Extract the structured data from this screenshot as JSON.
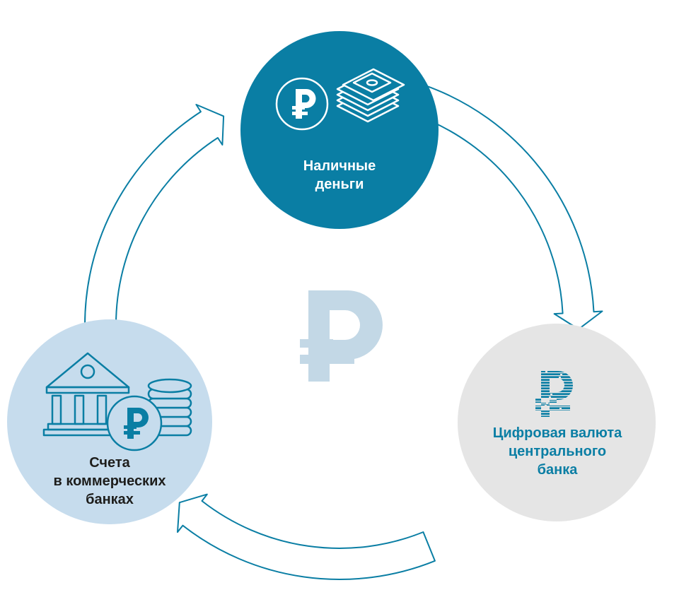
{
  "colors": {
    "primary": "#0a7ea4",
    "light_blue": "#c6dced",
    "grey": "#e5e5e5",
    "watermark": "#c3d8e6",
    "white": "#ffffff",
    "text_dark": "#1d1d1b"
  },
  "center": {
    "icon": "ruble-watermark-icon"
  },
  "nodes": {
    "cash": {
      "lines": [
        "Наличные",
        "деньги"
      ],
      "icons": [
        "ruble-coin-icon",
        "banknote-stack-icon"
      ]
    },
    "bank_accounts": {
      "lines": [
        "Счета",
        "в коммерческих",
        "банках"
      ],
      "icons": [
        "bank-building-icon",
        "ruble-coin-icon",
        "coin-stack-icon"
      ]
    },
    "cbdc": {
      "lines": [
        "Цифровая валюта",
        "центрального",
        "банка"
      ],
      "icons": [
        "digital-ruble-icon"
      ]
    }
  }
}
